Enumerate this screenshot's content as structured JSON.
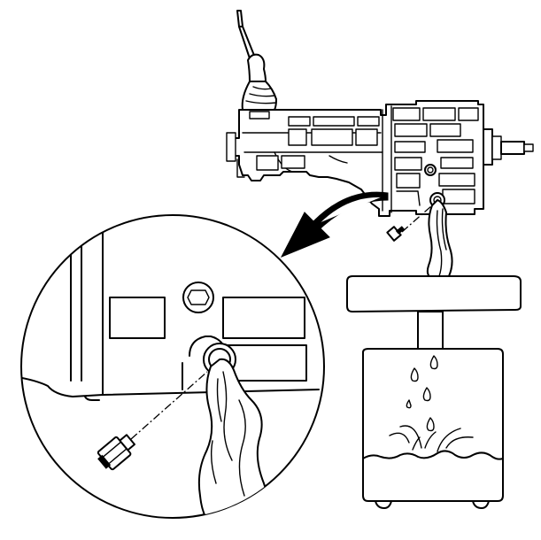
{
  "figure": {
    "type": "technical-line-illustration",
    "colors": {
      "ink": "#000000",
      "paper": "#ffffff"
    },
    "parts": [
      "transmission",
      "shift-lever",
      "drain-plug",
      "draining-fluid",
      "drain-pan",
      "detail-magnifier",
      "pointer-arrow"
    ],
    "drips": 5
  }
}
